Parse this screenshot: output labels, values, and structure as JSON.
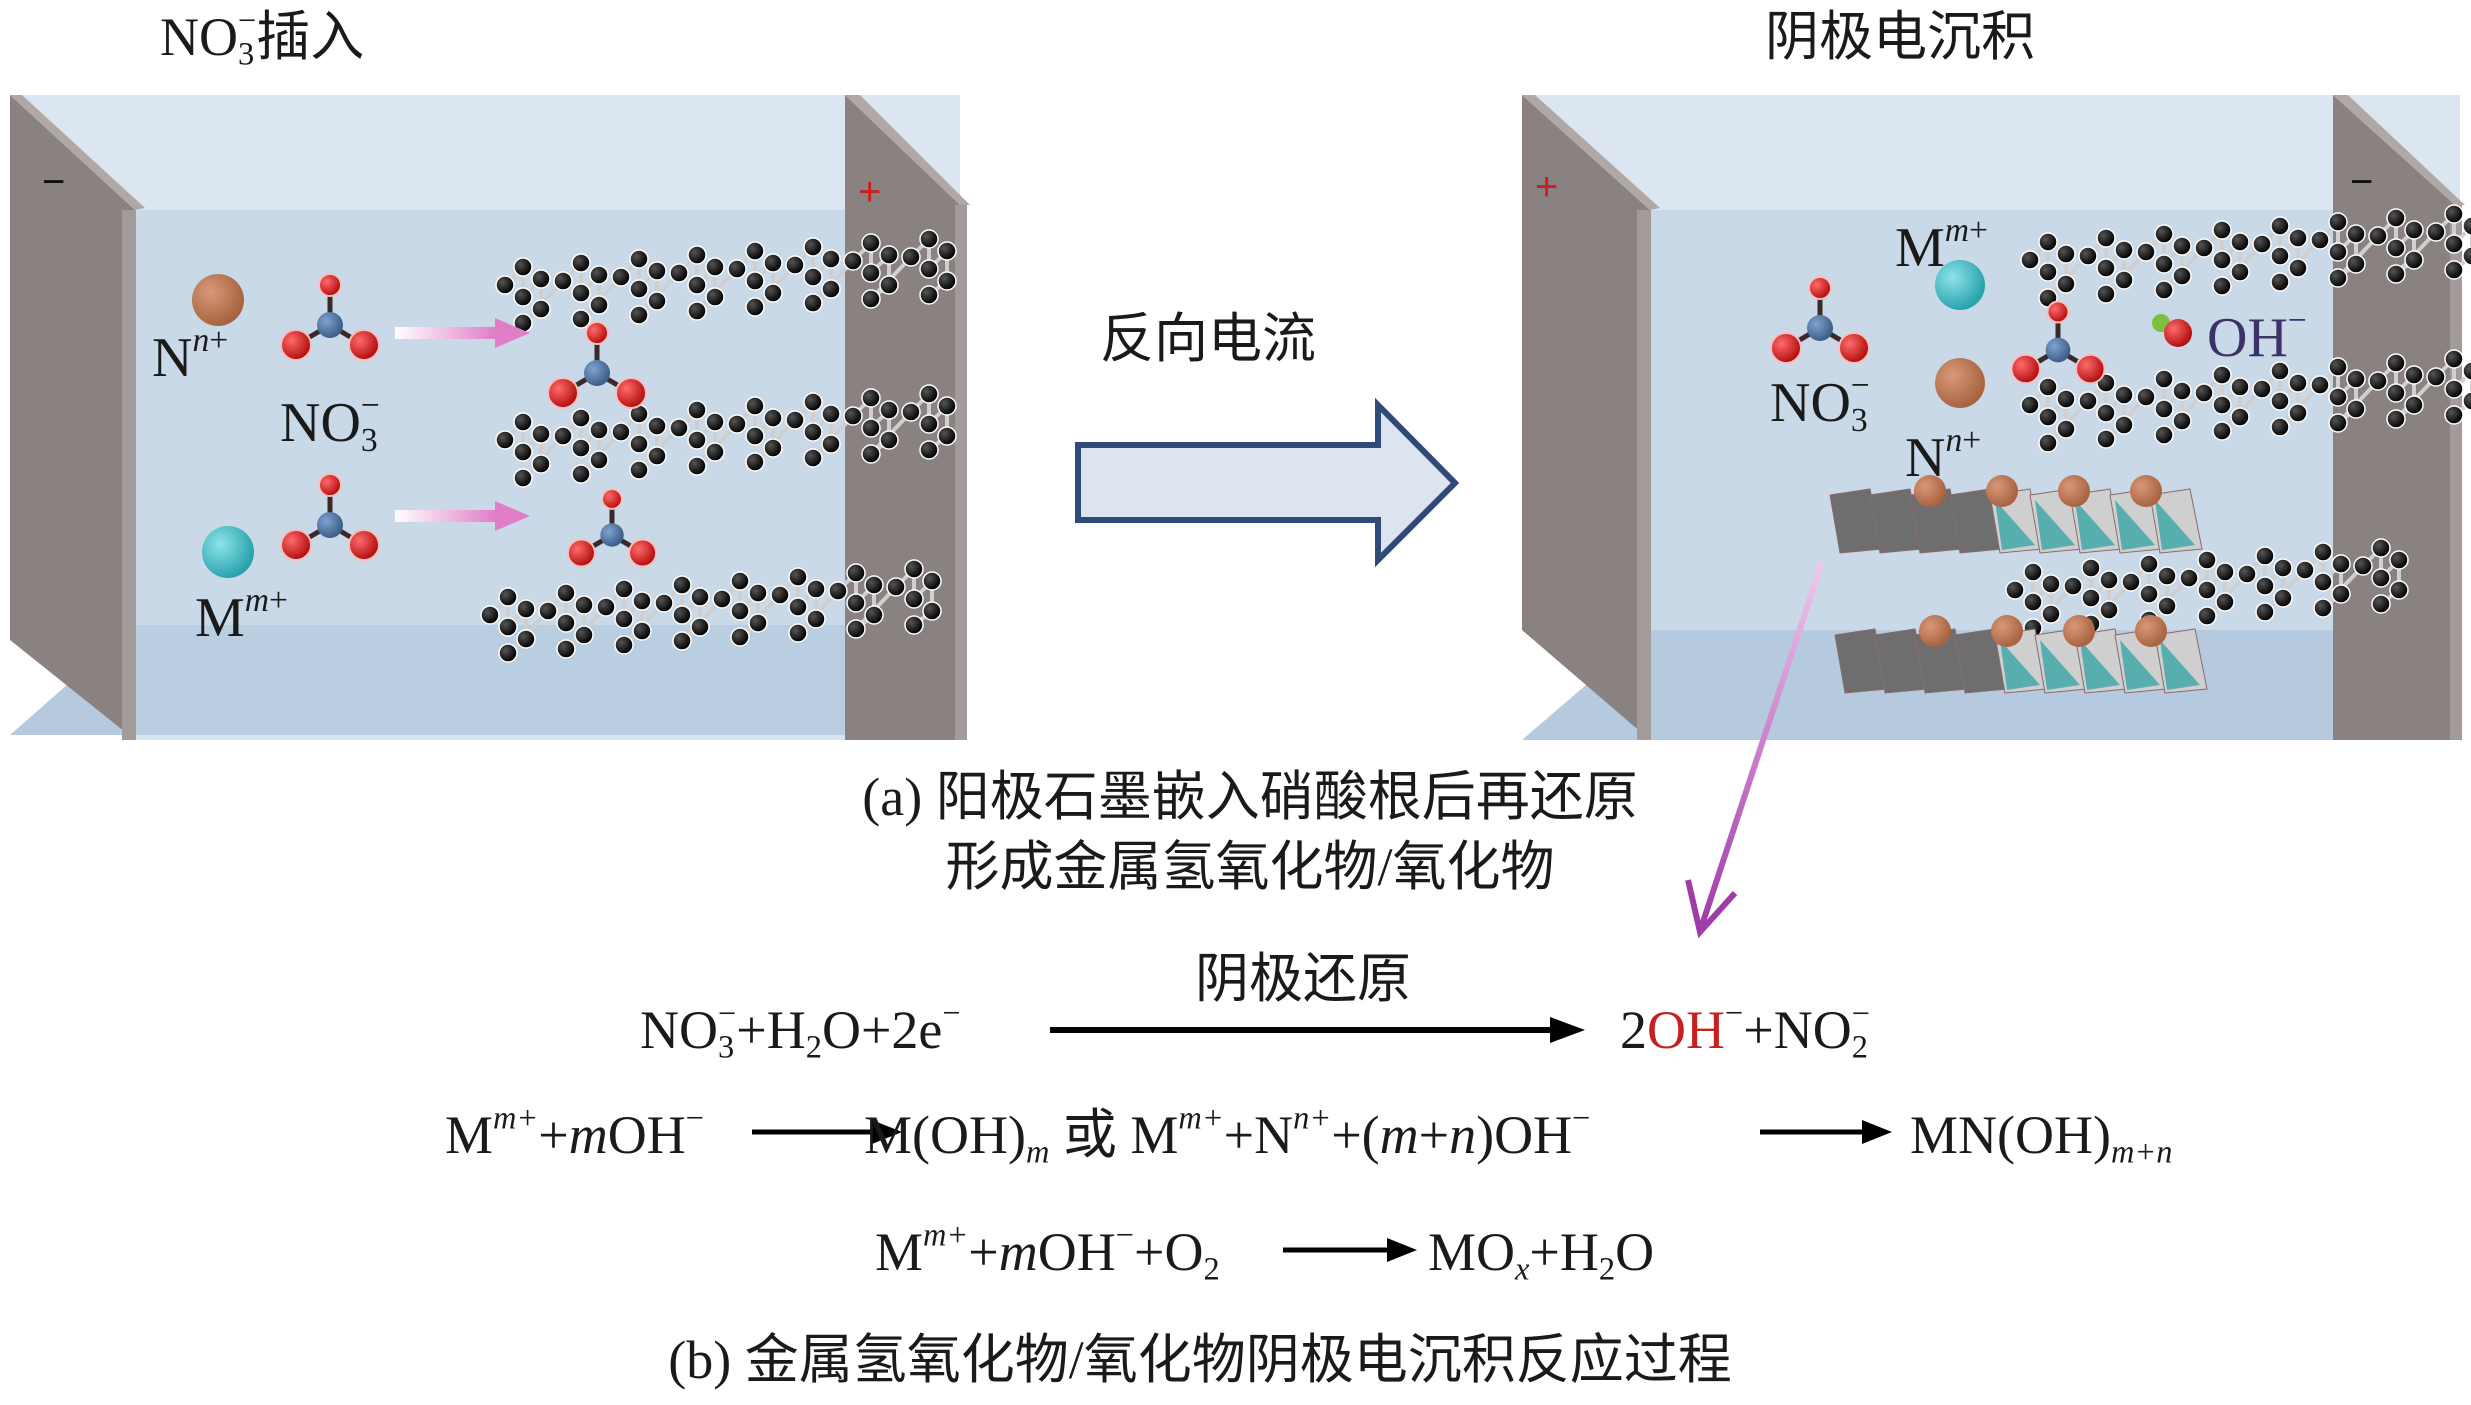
{
  "figure": {
    "panel_left": {
      "title_prefix": "NO",
      "title_sub": "3",
      "title_sup": "−",
      "title_suffix": "插入",
      "electrode_left_sign": "−",
      "electrode_right_sign": "+",
      "labels": {
        "n_ion": {
          "base": "N",
          "sup_var": "n",
          "sup_sign": "+"
        },
        "nitrate": {
          "base": "NO",
          "sub": "3",
          "sup": "−"
        },
        "m_ion": {
          "base": "M",
          "sup_var": "m",
          "sup_sign": "+"
        }
      }
    },
    "middle": {
      "arrow_label": "反向电流"
    },
    "panel_right": {
      "title": "阴极电沉积",
      "electrode_left_sign": "+",
      "electrode_right_sign": "−",
      "labels": {
        "m_ion": {
          "base": "M",
          "sup_var": "m",
          "sup_sign": "+"
        },
        "nitrate": {
          "base": "NO",
          "sub": "3",
          "sup": "−"
        },
        "n_ion": {
          "base": "N",
          "sup_var": "n",
          "sup_sign": "+"
        },
        "hydroxide": {
          "base": "OH",
          "sup": "−"
        }
      }
    },
    "caption_a": {
      "line1": "(a) 阳极石墨嵌入硝酸根后再还原",
      "line2": "形成金属氢氧化物/氧化物"
    },
    "equations": {
      "eq1": {
        "arrow_label": "阴极还原",
        "lhs": {
          "no": "NO",
          "no_sub": "3",
          "no_sup": "−",
          "rest1": "+H",
          "h_sub": "2",
          "rest2": "O+2e",
          "e_sup": "−"
        },
        "rhs": {
          "coef": "2",
          "oh": "OH",
          "oh_sup": "−",
          "plus": "+NO",
          "no2_sub": "2",
          "no2_sup": "−"
        }
      },
      "eq2": {
        "lhs_m": "M",
        "lhs_m_sup": "m+",
        "lhs_plus": "+",
        "lhs_coef": "m",
        "lhs_oh": "OH",
        "lhs_oh_sup": "−",
        "prod1": "M(OH)",
        "prod1_sub": "m",
        "or": " 或 ",
        "r2_m": "M",
        "r2_m_sup": "m+",
        "r2_plus1": "+N",
        "r2_n_sup": "n+",
        "r2_plus2": "+(",
        "r2_m_var": "m",
        "r2_plus3": "+",
        "r2_n_var": "n",
        "r2_close": ")OH",
        "r2_oh_sup": "−",
        "prod2": "MN(OH)",
        "prod2_sub": "m+n"
      },
      "eq3": {
        "m": "M",
        "m_sup": "m+",
        "plus1": "+",
        "coef": "m",
        "oh": "OH",
        "oh_sup": "−",
        "plus2": "+O",
        "o2_sub": "2",
        "prod": "MO",
        "prod_sub": "x",
        "plus3": "+H",
        "h2o_sub": "2",
        "h2o_tail": "O"
      }
    },
    "caption_b": "(b) 金属氢氧化物/氧化物阴极电沉积反应过程",
    "colors": {
      "electrolyte": "#c9d9e8",
      "electrolyte_top": "#dce6f0",
      "electrode": "#8a8281",
      "electrode_edge": "#b0a8a6",
      "oxygen_atom": "#d61f1f",
      "nitrogen_atom": "#4f79a8",
      "carbon_atom": "#111111",
      "n_ion_sphere": "#c07a55",
      "m_ion_sphere": "#48c0c9",
      "hydroxide_h": "#7fbf3f",
      "guide_arrow": "#b050b8",
      "hydroxide_text": "#3b3268",
      "red_text": "#c8201e",
      "big_arrow_fill": "#dbe4ef",
      "big_arrow_stroke": "#2f4a78"
    }
  }
}
